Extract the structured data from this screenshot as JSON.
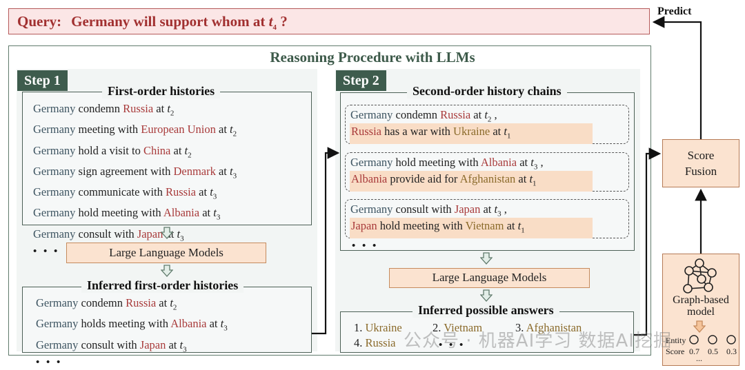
{
  "query": {
    "label": "Query:",
    "text": "Germany will support whom at",
    "time_var": "t",
    "time_sub": "4",
    "suffix": "?"
  },
  "predict_label": "Predict",
  "reasoning_title": "Reasoning Procedure with LLMs",
  "step1": {
    "tab": "Step 1",
    "histories_title": "First-order histories",
    "histories": [
      {
        "subject": "Germany",
        "relation": "condemn",
        "object": "Russia",
        "at": "at",
        "t": "2"
      },
      {
        "subject": "Germany",
        "relation": "meeting with",
        "object": "European Union",
        "at": "at",
        "t": "2"
      },
      {
        "subject": "Germany",
        "relation": "hold a visit to",
        "object": "China",
        "at": "at",
        "t": "2"
      },
      {
        "subject": "Germany",
        "relation": "sign agreement with",
        "object": "Denmark",
        "at": "at",
        "t": "3"
      },
      {
        "subject": "Germany",
        "relation": "communicate with",
        "object": "Russia",
        "at": "at",
        "t": "3"
      },
      {
        "subject": "Germany",
        "relation": "hold meeting with",
        "object": "Albania",
        "at": "at",
        "t": "3"
      },
      {
        "subject": "Germany",
        "relation": "consult with",
        "object": "Japan",
        "at": "at",
        "t": "3"
      }
    ],
    "ellipsis": "• • •",
    "llm_label": "Large Language Models",
    "inferred_title": "Inferred first-order histories",
    "inferred": [
      {
        "subject": "Germany",
        "relation": "condemn",
        "object": "Russia",
        "at": "at",
        "t": "2"
      },
      {
        "subject": "Germany",
        "relation": "holds meeting with",
        "object": "Albania",
        "at": "at",
        "t": "3"
      },
      {
        "subject": "Germany",
        "relation": "consult with",
        "object": "Japan",
        "at": "at",
        "t": "3"
      }
    ]
  },
  "step2": {
    "tab": "Step 2",
    "chains_title": "Second-order history chains",
    "chains": [
      {
        "first": {
          "subject": "Germany",
          "relation": "condemn",
          "object": "Russia",
          "at": "at",
          "t": "2",
          "sep": ","
        },
        "second": {
          "subject": "Russia",
          "relation": "has a war with",
          "object": "Ukraine",
          "at": "at",
          "t": "1"
        }
      },
      {
        "first": {
          "subject": "Germany",
          "relation": "hold meeting with",
          "object": "Albania",
          "at": "at",
          "t": "3",
          "sep": ","
        },
        "second": {
          "subject": "Albania",
          "relation": "provide aid for",
          "object": "Afghanistan",
          "at": "at",
          "t": "1"
        }
      },
      {
        "first": {
          "subject": "Germany",
          "relation": "consult with",
          "object": "Japan",
          "at": "at",
          "t": "3",
          "sep": ","
        },
        "second": {
          "subject": "Japan",
          "relation": "hold meeting with",
          "object": "Vietnam",
          "at": "at",
          "t": "1"
        }
      }
    ],
    "ellipsis": "• • •",
    "llm_label": "Large Language Models",
    "answers_title": "Inferred possible answers",
    "answers": [
      {
        "num": "1.",
        "name": "Ukraine"
      },
      {
        "num": "2.",
        "name": "Vietnam"
      },
      {
        "num": "3.",
        "name": "Afghanistan"
      },
      {
        "num": "4.",
        "name": "Russia"
      }
    ],
    "answers_ellipsis": "• • •"
  },
  "score_fusion": {
    "line1": "Score",
    "line2": "Fusion"
  },
  "graph_model": {
    "line1": "Graph-based",
    "line2": "model",
    "entity_label": "Entity",
    "score_label": "Score",
    "scores": [
      "0.7",
      "0.5",
      "0.3"
    ],
    "ellipsis": "..."
  },
  "watermark": "公众号 · 机器AI学习 数据AI挖掘",
  "colors": {
    "query_text": "#a13030",
    "query_bg": "#fbe6e6",
    "step_tab": "#3e5c4d",
    "entity": "#a83a3a",
    "answer": "#8a6a2a",
    "llm_bg": "#fbe3d0"
  }
}
